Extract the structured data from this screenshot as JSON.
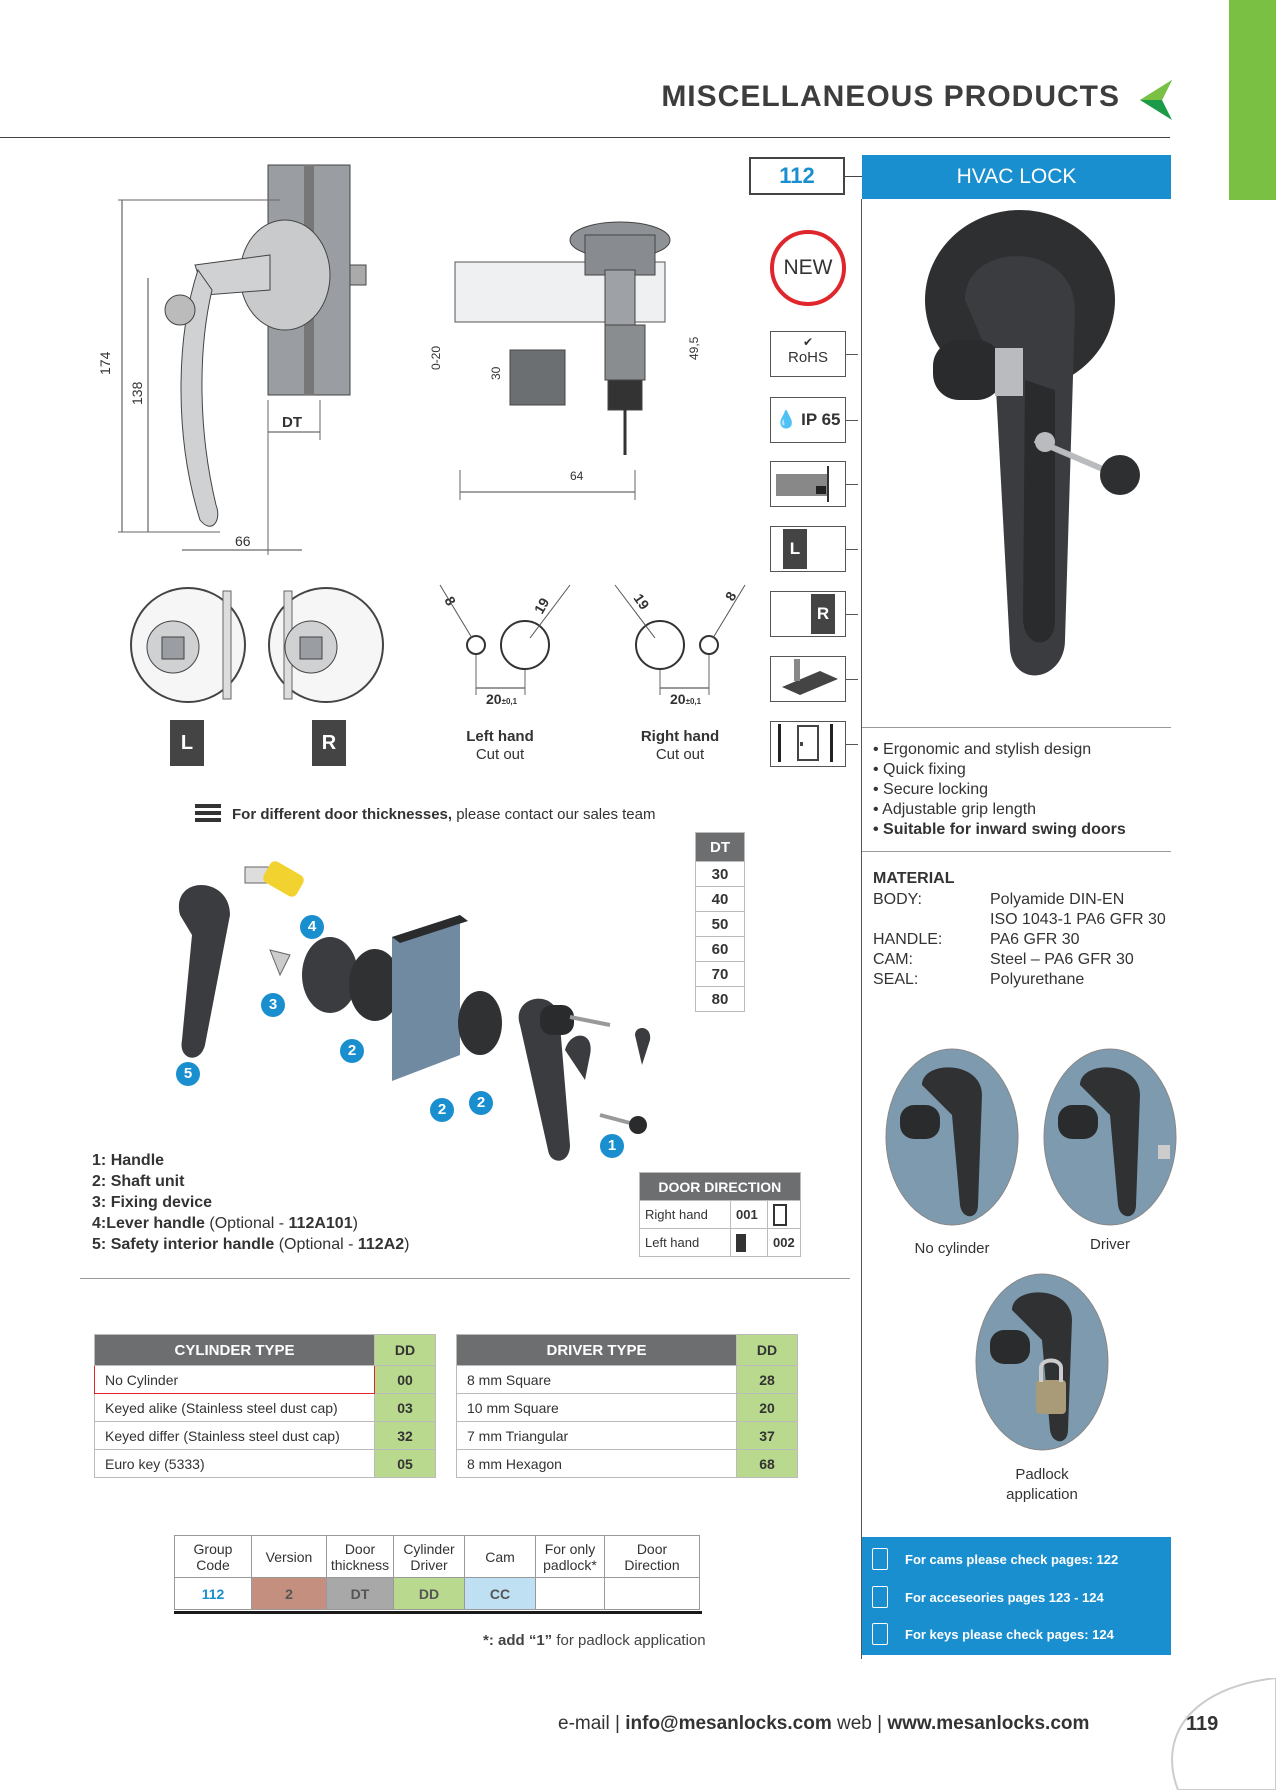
{
  "header": {
    "title": "MISCELLANEOUS PRODUCTS"
  },
  "product": {
    "code": "112",
    "name": "HVAC LOCK",
    "new_badge": "NEW"
  },
  "certs": {
    "rohs": "RoHS",
    "ip": "IP 65",
    "left": "L",
    "right": "R"
  },
  "dims": {
    "d174": "174",
    "d138": "138",
    "d66": "66",
    "dDT": "DT",
    "d0_20": "0-20",
    "d30": "30",
    "d49_5": "49,5",
    "d64": "64",
    "d8a": "8",
    "d19a": "19",
    "d19b": "19",
    "d8b": "8",
    "d20a": "20",
    "d20b": "20",
    "tol": "±0,1"
  },
  "cutouts": {
    "left_a": "Left hand",
    "left_b": "Cut out",
    "right_a": "Right hand",
    "right_b": "Cut out",
    "L": "L",
    "R": "R"
  },
  "note": {
    "bold": "For different door thicknesses,",
    "rest": " please contact our sales team"
  },
  "dt_table": {
    "header": "DT",
    "values": [
      "30",
      "40",
      "50",
      "60",
      "70",
      "80"
    ]
  },
  "features": [
    "Ergonomic and stylish design",
    "Quick fixing",
    "Secure locking",
    "Adjustable grip length",
    "Suitable for inward swing doors"
  ],
  "material": {
    "title": "MATERIAL",
    "rows": [
      {
        "label": "BODY:",
        "value": "Polyamide DIN-EN"
      },
      {
        "label": "",
        "value": "ISO 1043-1 PA6 GFR 30"
      },
      {
        "label": "HANDLE:",
        "value": "PA6 GFR 30"
      },
      {
        "label": "CAM:",
        "value": "Steel – PA6 GFR 30"
      },
      {
        "label": "SEAL:",
        "value": "Polyurethane"
      }
    ]
  },
  "photos": {
    "no_cylinder": "No cylinder",
    "driver": "Driver",
    "padlock_a": "Padlock",
    "padlock_b": "application"
  },
  "exploded": {
    "n1": "1",
    "n2": "2",
    "n3": "3",
    "n4": "4",
    "n5": "5"
  },
  "legend": [
    {
      "num": "1:",
      "bold": "Handle",
      "rest": ""
    },
    {
      "num": "2:",
      "bold": "Shaft unit",
      "rest": ""
    },
    {
      "num": "3:",
      "bold": "Fixing device",
      "rest": ""
    },
    {
      "num": "4:",
      "bold": "Lever handle",
      "rest": " (Optional - ",
      "bold2": "112A101",
      "end": ")"
    },
    {
      "num": "5:",
      "bold": "Safety interior handle",
      "rest": " (Optional - ",
      "bold2": "112A2",
      "end": ")"
    }
  ],
  "door_direction": {
    "header": "DOOR DIRECTION",
    "rows": [
      {
        "label": "Right hand",
        "code": "001"
      },
      {
        "label": "Left hand",
        "code": "002"
      }
    ]
  },
  "cylinder_table": {
    "header": "CYLINDER TYPE",
    "dd": "DD",
    "rows": [
      {
        "label": "No Cylinder",
        "code": "00"
      },
      {
        "label": "Keyed alike (Stainless steel dust cap)",
        "code": "03"
      },
      {
        "label": "Keyed differ (Stainless steel dust cap)",
        "code": "32"
      },
      {
        "label": "Euro key (5333)",
        "code": "05"
      }
    ]
  },
  "driver_table": {
    "header": "DRIVER TYPE",
    "dd": "DD",
    "rows": [
      {
        "label": "8 mm Square",
        "code": "28"
      },
      {
        "label": "10 mm Square",
        "code": "20"
      },
      {
        "label": "7 mm Triangular",
        "code": "37"
      },
      {
        "label": "8 mm Hexagon",
        "code": "68"
      }
    ]
  },
  "order_code": {
    "h1a": "Group",
    "h1b": "Code",
    "h2": "Version",
    "h3a": "Door",
    "h3b": "thickness",
    "h4a": "Cylinder",
    "h4b": "Driver",
    "h5": "Cam",
    "h6a": "For only",
    "h6b": "padlock*",
    "h7a": "Door",
    "h7b": "Direction",
    "v1": "112",
    "v2": "2",
    "v3": "DT",
    "v4": "DD",
    "v5": "CC",
    "note_pre": "*: add ",
    "note_bold": "“1”",
    "note_post": " for padlock application"
  },
  "links": [
    "For cams please check pages: 122",
    "For acceseories pages 123 - 124",
    "For keys please check pages: 124"
  ],
  "footer": {
    "email_label": "e-mail |",
    "email": "info@mesanlocks.com",
    "web_label": "web |",
    "web": "www.mesanlocks.com",
    "page": "119"
  },
  "colors": {
    "accent_blue": "#1a8fcf",
    "accent_green": "#7ac043",
    "dd_green": "#b8d98e",
    "version_brown": "#c48f7e",
    "dt_grey": "#a8a8a8",
    "cam_blue": "#bfe0f3",
    "new_red": "#e0262d"
  }
}
